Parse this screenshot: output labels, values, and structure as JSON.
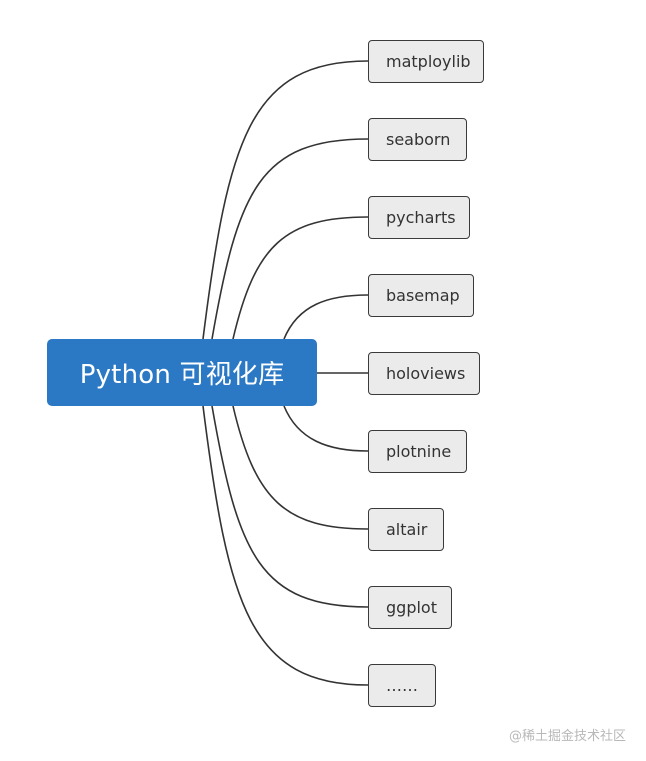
{
  "root": {
    "label": "Python 可视化库"
  },
  "branches": [
    {
      "label": "matploylib"
    },
    {
      "label": "seaborn"
    },
    {
      "label": "pycharts"
    },
    {
      "label": "basemap"
    },
    {
      "label": "holoviews"
    },
    {
      "label": "plotnine"
    },
    {
      "label": "altair"
    },
    {
      "label": "ggplot"
    },
    {
      "label": "……"
    }
  ],
  "watermark": "@稀土掘金技术社区",
  "colors": {
    "root_fill": "#2b78c4",
    "root_text": "#ffffff",
    "leaf_fill": "#ebebeb",
    "leaf_border": "#3a3a3a",
    "connector": "#333333"
  }
}
